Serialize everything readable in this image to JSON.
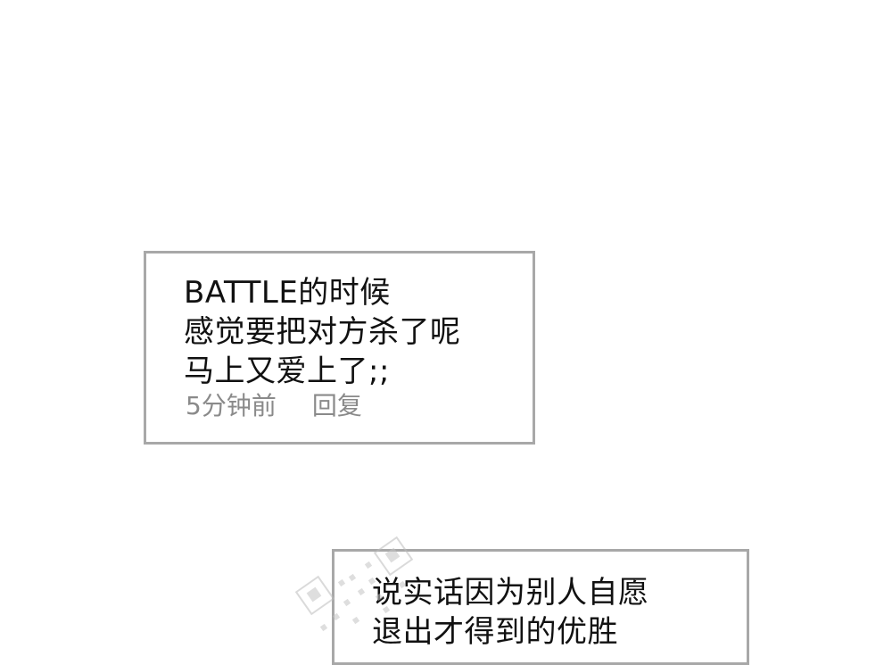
{
  "comments": [
    {
      "lines": [
        "BATTLE的时候",
        "感觉要把对方杀了呢",
        "马上又爱上了;;"
      ],
      "time": "5分钟前",
      "reply_label": "回复"
    },
    {
      "lines": [
        "说实话因为别人自愿",
        "退出才得到的优胜"
      ]
    }
  ],
  "colors": {
    "border": "#a8a8a8",
    "text": "#111111",
    "meta": "#8a8a8a"
  },
  "icons": {
    "watermark": "qr-watermark-icon"
  }
}
